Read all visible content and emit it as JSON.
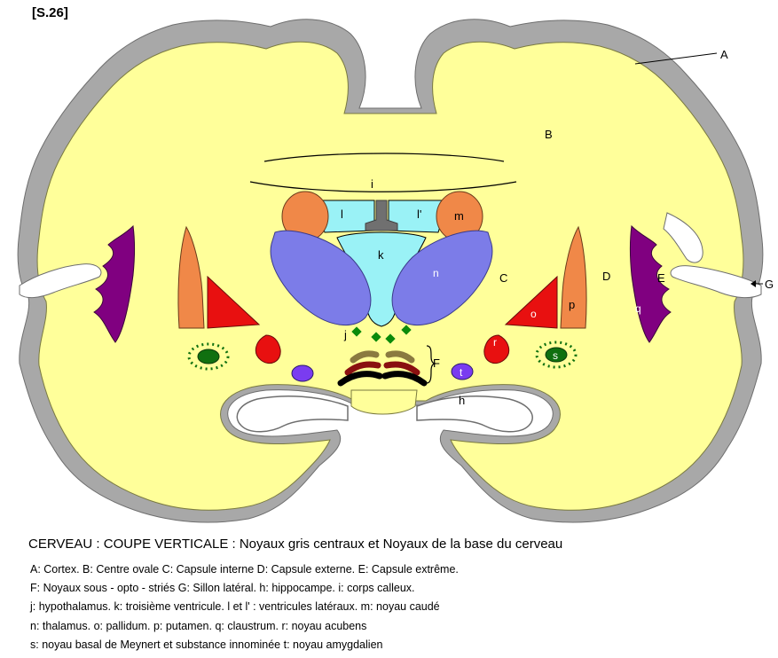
{
  "ref": "[S.26]",
  "title": "CERVEAU : COUPE VERTICALE  : Noyaux gris centraux et Noyaux de la base du cerveau",
  "legend": [
    "A: Cortex.  B: Centre ovale  C: Capsule interne  D: Capsule externe.  E: Capsule extrême.",
    "F: Noyaux sous - opto - striés    G: Sillon latéral.  h: hippocampe.  i: corps calleux.",
    "j: hypothalamus.  k: troisième ventricule.  l et l' : ventricules latéraux.  m: noyau caudé",
    "n: thalamus.  o: pallidum.  p: putamen.  q: claustrum.    r: noyau acubens",
    "s: noyau basal de Meynert  et substance innominée         t: noyau amygdalien"
  ],
  "labels": {
    "A": "A",
    "B": "B",
    "C": "C",
    "D": "D",
    "E": "E",
    "F": "F",
    "G": "G",
    "h": "h",
    "i": "i",
    "j": "j",
    "k": "k",
    "l": "l",
    "l2": "l'",
    "m": "m",
    "n": "n",
    "o": "o",
    "p": "p",
    "q": "q",
    "r": "r",
    "s": "s",
    "t": "t"
  },
  "colors": {
    "cortex": "#a8a8a8",
    "white_matter": "#ffff9a",
    "ventricle": "#9af2f6",
    "caudate": "#f08848",
    "thalamus": "#7c7ce8",
    "pallidum": "#e81010",
    "putamen": "#f08848",
    "claustrum": "#800080",
    "meynert": "#107010",
    "amygdala": "#7a3cf0",
    "hypothalamus": "#0a8a0a",
    "striae": [
      "#8a7a40",
      "#8a1010",
      "#000000"
    ]
  }
}
